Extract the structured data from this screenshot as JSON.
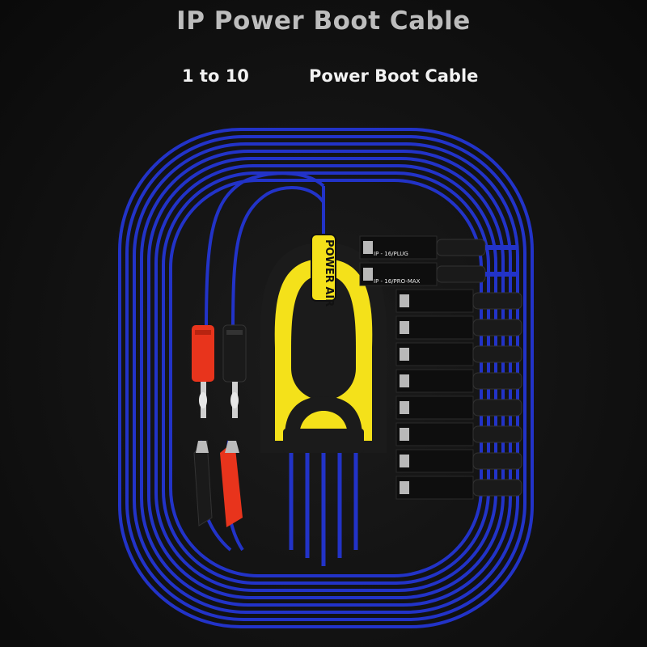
{
  "header": {
    "title": "IP Power Boot Cable",
    "subtitle_left": "1 to 10",
    "subtitle_right": "Power Boot Cable"
  },
  "product": {
    "brand_label": "POWER AIR",
    "plug_labels": [
      "IP - 16/PLUG",
      "IP - 16/PRO-MAX"
    ],
    "plug_count": 10,
    "cable_color": "#2233c8",
    "housing_color": "#f4e11a",
    "red_lead_color": "#e8341c",
    "black_lead_color": "#1a1a1a"
  }
}
